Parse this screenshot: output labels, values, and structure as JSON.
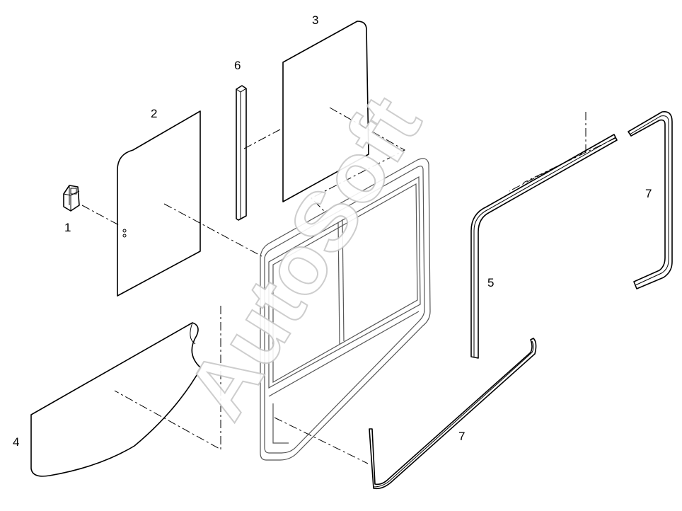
{
  "watermark": "AutoSoft",
  "labels": {
    "part_1": "1",
    "part_2": "2",
    "part_3": "3",
    "part_4": "4",
    "part_5": "5",
    "part_6": "6",
    "part_7_upper": "7",
    "part_7_lower": "7"
  }
}
